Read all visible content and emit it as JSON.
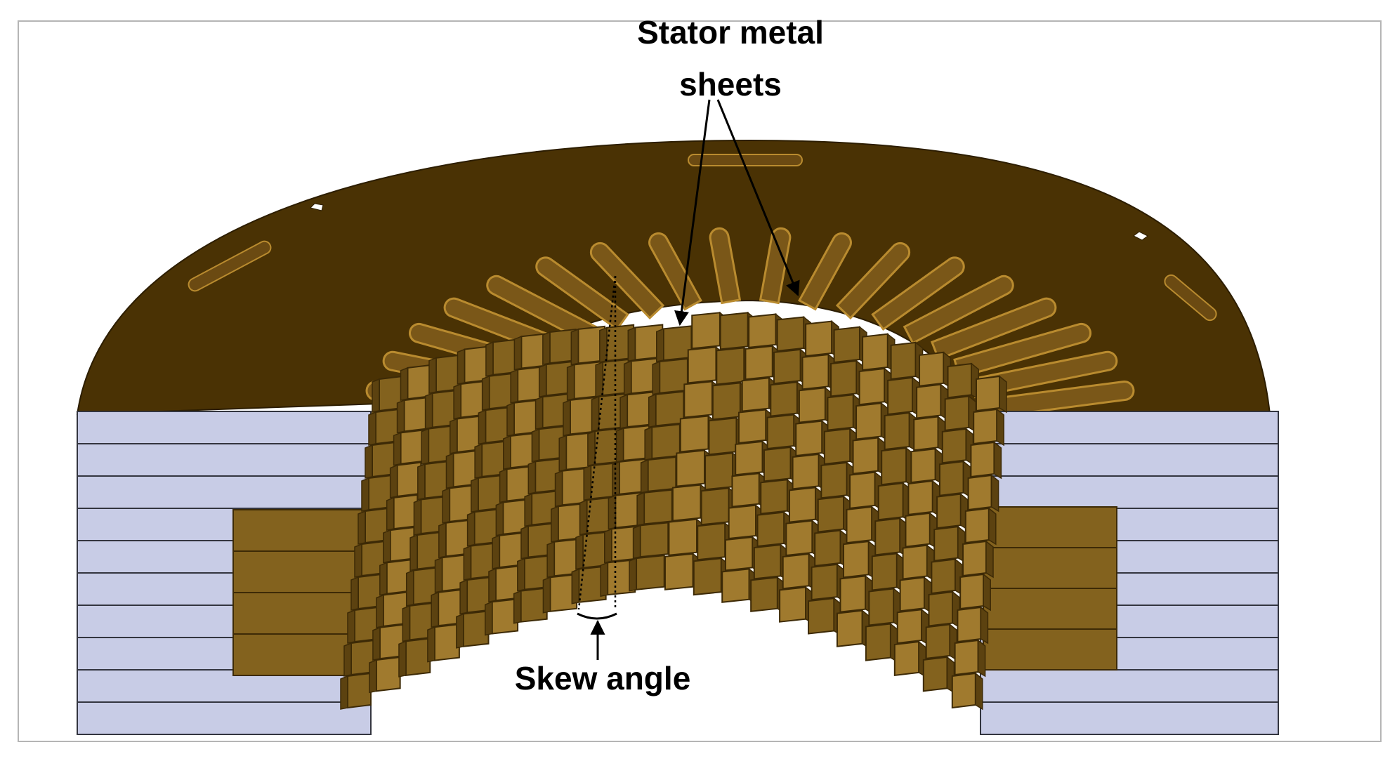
{
  "annotations": {
    "stator_label_line1": "Stator metal",
    "stator_label_line2": "sheets",
    "skew_label": "Skew angle"
  },
  "colors": {
    "stator_face": "#4a3204",
    "stator_face_edge": "#2c1d00",
    "slot_inner": "#7a5718",
    "slot_light": "#b98b2f",
    "tooth_front": "#83621e",
    "tooth_light": "#a07a2e",
    "tooth_side": "#5c4210",
    "tooth_dark": "#3d2a06",
    "lamination": "#c8cce6",
    "lamination_edge": "#33353f",
    "frame": "#b5b5b5"
  }
}
